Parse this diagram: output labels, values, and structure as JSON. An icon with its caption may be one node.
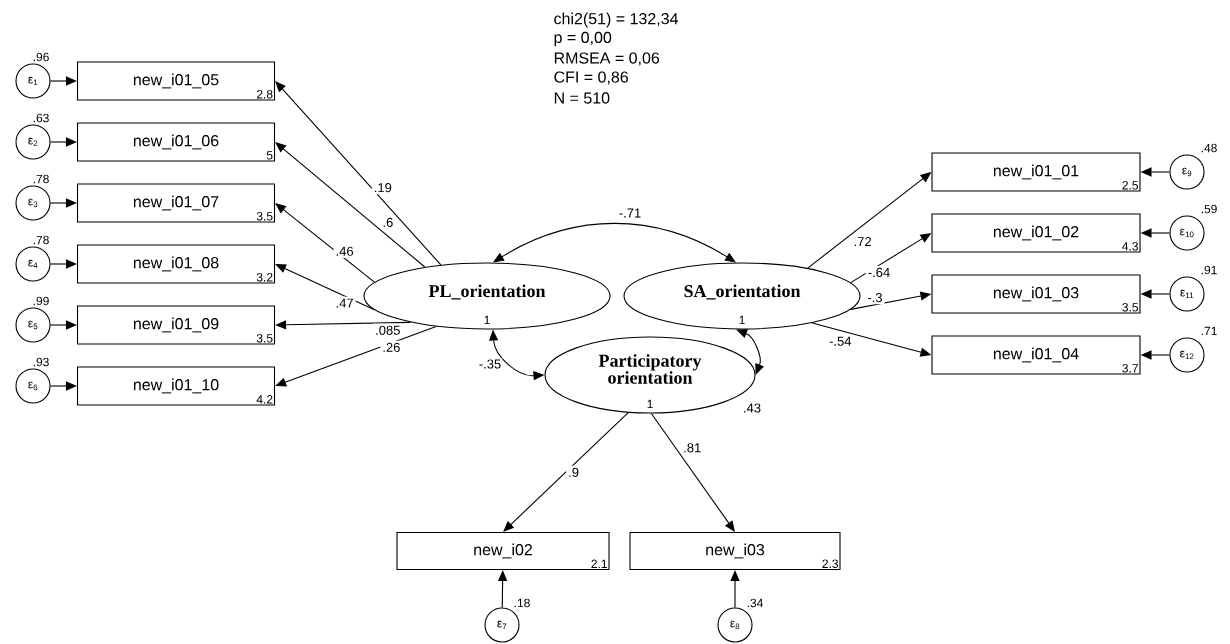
{
  "diagram": {
    "nodes": [
      {
        "text": [
          "new_i01_05",
          "2.8"
        ]
      },
      {
        "text": [
          "new_i01_06",
          "5"
        ]
      },
      {
        "text": [
          "new_i01_07",
          "3.5"
        ]
      },
      {
        "text": [
          "new_i01_08",
          "3.2"
        ]
      },
      {
        "text": [
          "new_i01_09",
          "3.5"
        ]
      },
      {
        "text": [
          "new_i01_10",
          "4.2"
        ]
      },
      {
        "text": [
          "new_i01_01",
          "2.5"
        ]
      },
      {
        "text": [
          "new_i01_02",
          "4.3"
        ]
      },
      {
        "text": [
          "new_i01_03",
          "3.5"
        ]
      },
      {
        "text": [
          "new_i01_04",
          "3.7"
        ]
      },
      {
        "text": [
          "PL_orientation",
          "1"
        ]
      },
      {
        "text": [
          "SA_orientation",
          "1"
        ]
      },
      {
        "text": [
          "Participatory orientation",
          "1"
        ]
      },
      {
        "text": [
          "new_i02",
          "2.1"
        ]
      },
      {
        "text": [
          "new_i03",
          "2.3"
        ]
      },
      {
        "text": [
          "ε$_{1}$"
        ],
        "beside": [
          ".96"
        ]
      },
      {
        "text": [
          "ε$_{2}$"
        ],
        "beside": [
          ".63"
        ]
      },
      {
        "text": [
          "ε$_{3}$"
        ],
        "beside": [
          ".78"
        ]
      },
      {
        "text": [
          "ε$_{4}$"
        ],
        "beside": [
          ".78"
        ]
      },
      {
        "text": [
          "ε$_{5}$"
        ],
        "beside": [
          ".99"
        ]
      },
      {
        "text": [
          "ε$_{6}$"
        ],
        "beside": [
          ".93"
        ]
      },
      {
        "text": [
          "ε$_{7}$"
        ],
        "beside": [
          ".18"
        ]
      },
      {
        "text": [
          "ε$_{8}$"
        ],
        "beside": [
          ".34"
        ]
      },
      {
        "text": [
          "ε$_{9}$"
        ],
        "beside": [
          ".48"
        ]
      },
      {
        "text": [
          "ε$_{10}$"
        ],
        "beside": [
          ".59"
        ]
      },
      {
        "text": [
          "ε$_{11}$"
        ],
        "beside": [
          ".91"
        ]
      },
      {
        "text": [
          "ε$_{12}$"
        ],
        "beside": [
          ".71"
        ]
      }
    ],
    "edges": [
      {
        "from": 15,
        "to": 0,
        "arrow": "to"
      },
      {
        "from": 16,
        "to": 1,
        "arrow": "to"
      },
      {
        "from": 17,
        "to": 2,
        "arrow": "to"
      },
      {
        "from": 18,
        "to": 3,
        "arrow": "to"
      },
      {
        "from": 19,
        "to": 4,
        "arrow": "to"
      },
      {
        "from": 20,
        "to": 5,
        "arrow": "to"
      },
      {
        "from": 10,
        "to": 0,
        "arrow": "to",
        "label": ".19"
      },
      {
        "from": 10,
        "to": 1,
        "arrow": "to",
        "label": ".6"
      },
      {
        "from": 10,
        "to": 2,
        "arrow": "to",
        "label": ".46"
      },
      {
        "from": 10,
        "to": 3,
        "arrow": "to",
        "label": ".47"
      },
      {
        "from": 10,
        "to": 4,
        "arrow": "to",
        "label": ".085"
      },
      {
        "from": 10,
        "to": 5,
        "arrow": "to",
        "label": ".26"
      },
      {
        "from": 10,
        "to": 11,
        "arrow": "both",
        "label": "-.71"
      },
      {
        "from": 10,
        "to": 12,
        "arrow": "both",
        "label": "-.35"
      },
      {
        "from": 12,
        "to": 11,
        "arrow": "both",
        "label": ".43"
      },
      {
        "from": 11,
        "to": 6,
        "arrow": "to",
        "label": ".72"
      },
      {
        "from": 11,
        "to": 7,
        "arrow": "to",
        "label": "-.64"
      },
      {
        "from": 11,
        "to": 8,
        "arrow": "to",
        "label": "-.3"
      },
      {
        "from": 11,
        "to": 9,
        "arrow": "to",
        "label": "-.54"
      },
      {
        "from": 12,
        "to": 13,
        "arrow": "to",
        "label": ".9"
      },
      {
        "from": 12,
        "to": 14,
        "arrow": "to",
        "label": ".81"
      },
      {
        "from": 21,
        "to": 13,
        "arrow": "to"
      },
      {
        "from": 22,
        "to": 14,
        "arrow": "to"
      },
      {
        "from": 23,
        "to": 6,
        "arrow": "to"
      },
      {
        "from": 24,
        "to": 7,
        "arrow": "to"
      },
      {
        "from": 25,
        "to": 8,
        "arrow": "to"
      },
      {
        "from": 26,
        "to": 9,
        "arrow": "to"
      }
    ],
    "labels": [
      "chi2(51) = 132,34",
      "p = 0,00",
      "RMSEA = 0,06",
      "CFI = 0,86",
      "N = 510"
    ]
  }
}
